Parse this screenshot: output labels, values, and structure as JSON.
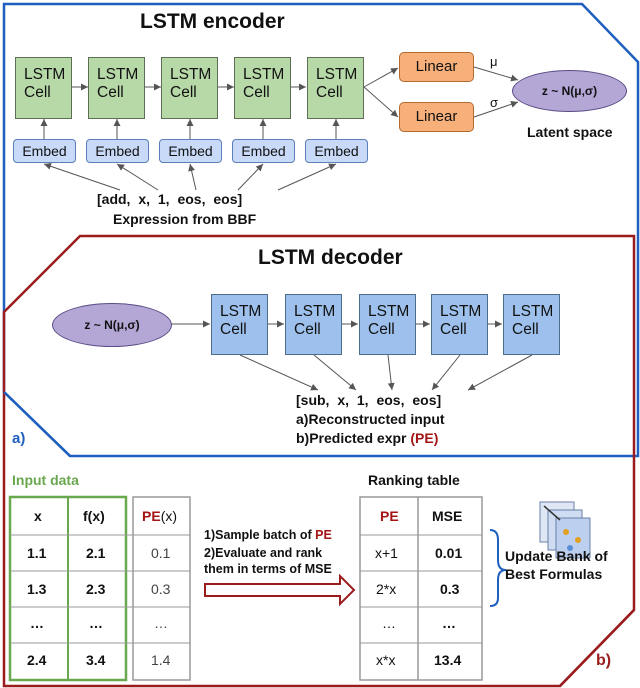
{
  "encoder": {
    "title": "LSTM encoder",
    "cells": [
      "LSTM Cell",
      "LSTM Cell",
      "LSTM Cell",
      "LSTM Cell",
      "LSTM Cell"
    ],
    "embeds": [
      "Embed",
      "Embed",
      "Embed",
      "Embed",
      "Embed"
    ],
    "linear": [
      "Linear",
      "Linear"
    ],
    "mu": "μ",
    "sigma": "σ",
    "latent": "z ~ N(μ,σ)",
    "latent_label": "Latent space",
    "input_seq": "[add,  x,  1,  eos, eos]",
    "input_caption": "Expression from BBF",
    "panel_label": "a)"
  },
  "decoder": {
    "title": "LSTM decoder",
    "latent": "z ~ N(μ,σ)",
    "cells": [
      "LSTM Cell",
      "LSTM Cell",
      "LSTM Cell",
      "LSTM Cell",
      "LSTM Cell"
    ],
    "output_seq": "[sub,  x,  1,  eos, eos]",
    "line_a": "a)Reconstructed input",
    "line_b_prefix": "b)Predicted expr ",
    "line_b_pe": "(PE)",
    "panel_label": "b)"
  },
  "input_data": {
    "title": "Input data",
    "headers": [
      "x",
      "f(x)"
    ],
    "pe_header": "PE",
    "pe_suffix": "(x)",
    "rows": [
      [
        "1.1",
        "2.1",
        "0.1"
      ],
      [
        "1.3",
        "2.3",
        "0.3"
      ],
      [
        "…",
        "…",
        "…"
      ],
      [
        "2.4",
        "3.4",
        "1.4"
      ]
    ]
  },
  "steps": {
    "step1_prefix": "1)Sample batch of ",
    "step1_pe": "PE",
    "step2_line1": "2)Evaluate and rank",
    "step2_line2": "them in terms of MSE"
  },
  "ranking": {
    "title": "Ranking table",
    "headers": [
      "PE",
      "MSE"
    ],
    "rows": [
      [
        "x+1",
        "0.01"
      ],
      [
        "2*x",
        "0.3"
      ],
      [
        "…",
        "…"
      ],
      [
        "x*x",
        "13.4"
      ]
    ]
  },
  "bank": {
    "line1": "Update Bank of",
    "line2": "Best Formulas"
  },
  "colors": {
    "encoder_border": "#1f5fbf",
    "decoder_border": "#9b1c1c",
    "lstm_green": "#b7d9a8",
    "lstm_blue": "#9dc1ec",
    "embed": "#c9daf8",
    "linear": "#f7b07a",
    "latent": "#b4a7d6",
    "pe_red": "#a31515",
    "input_green": "#6aa84f"
  }
}
